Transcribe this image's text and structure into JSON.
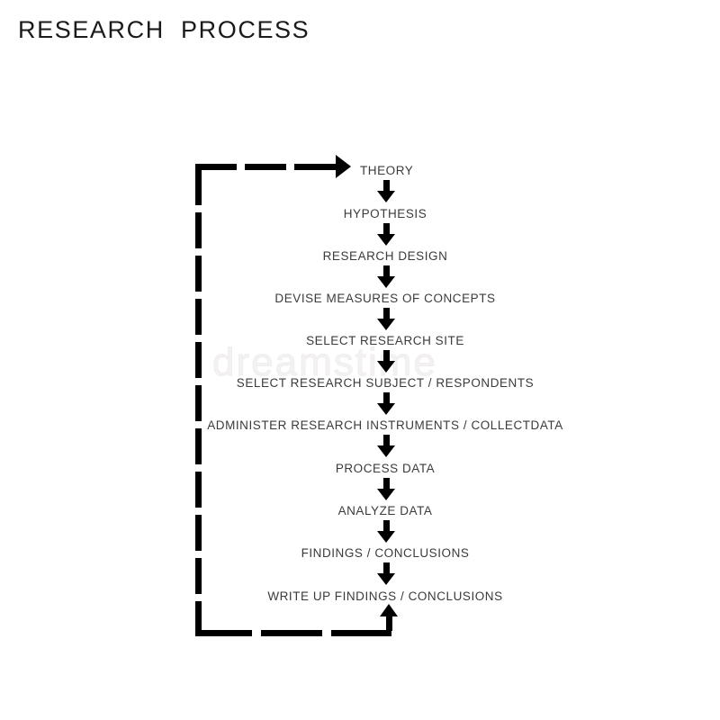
{
  "page": {
    "title": "RESEARCH  PROCESS",
    "background_color": "#ffffff",
    "text_color": "#3b3b3b",
    "accent_color": "#000000",
    "watermark": "dreamstime"
  },
  "diagram": {
    "name": "research-process-flowchart",
    "orientation": "vertical-top-to-bottom",
    "feedback_loop": {
      "label": "",
      "style": "dashed",
      "direction": "from-write-up-findings-back-to-theory"
    },
    "steps": [
      {
        "id": "theory",
        "label": "THEORY"
      },
      {
        "id": "hypothesis",
        "label": "HYPOTHESIS"
      },
      {
        "id": "research-design",
        "label": "RESEARCH DESIGN"
      },
      {
        "id": "devise-measures",
        "label": "DEVISE MEASURES OF CONCEPTS"
      },
      {
        "id": "select-research-site",
        "label": "SELECT RESEARCH SITE"
      },
      {
        "id": "select-subjects",
        "label": "SELECT RESEARCH SUBJECT / RESPONDENTS"
      },
      {
        "id": "administer-instruments",
        "label": "ADMINISTER RESEARCH INSTRUMENTS / COLLECTDATA"
      },
      {
        "id": "process-data",
        "label": "PROCESS DATA"
      },
      {
        "id": "analyze-data",
        "label": "ANALYZE DATA"
      },
      {
        "id": "findings-conclusions",
        "label": "FINDINGS / CONCLUSIONS"
      },
      {
        "id": "write-up-findings",
        "label": "WRITE UP FINDINGS / CONCLUSIONS"
      }
    ],
    "connectors": [
      {
        "id": "theory-to-hypothesis",
        "icon": "arrow-down-icon"
      },
      {
        "id": "hypothesis-to-research-design",
        "icon": "arrow-down-icon"
      },
      {
        "id": "research-design-to-devise-measures",
        "icon": "arrow-down-icon"
      },
      {
        "id": "devise-measures-to-select-site",
        "icon": "arrow-down-icon"
      },
      {
        "id": "select-site-to-select-subjects",
        "icon": "arrow-down-icon"
      },
      {
        "id": "select-subjects-to-administer",
        "icon": "arrow-down-icon"
      },
      {
        "id": "administer-to-process-data",
        "icon": "arrow-down-icon"
      },
      {
        "id": "process-data-to-analyze-data",
        "icon": "arrow-down-icon"
      },
      {
        "id": "analyze-data-to-findings",
        "icon": "arrow-down-icon"
      },
      {
        "id": "findings-to-write-up",
        "icon": "arrow-down-icon"
      },
      {
        "id": "write-up-to-loop",
        "icon": "arrow-up-icon"
      },
      {
        "id": "loop-to-theory",
        "icon": "arrow-right-icon"
      }
    ]
  }
}
